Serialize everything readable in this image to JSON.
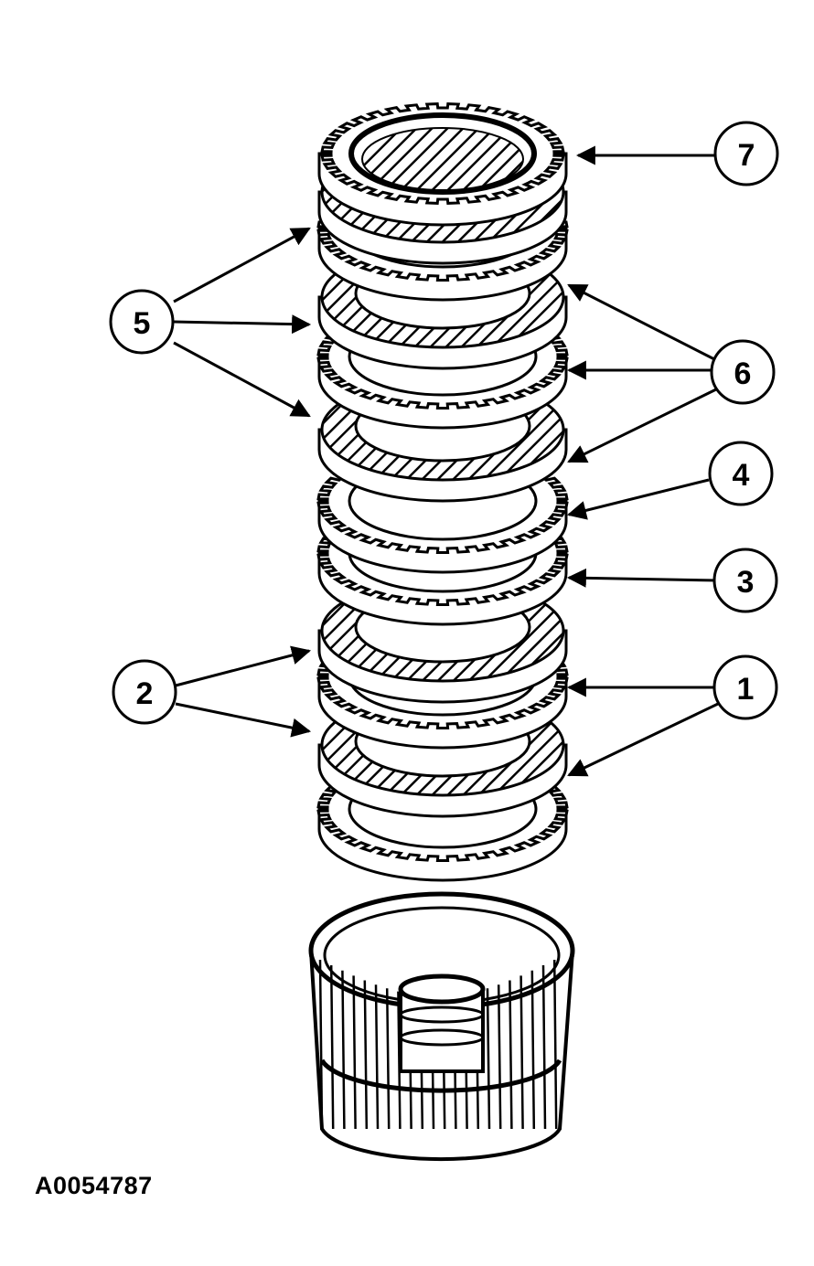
{
  "figure_id": "A0054787",
  "callouts": [
    {
      "label": "7"
    },
    {
      "label": "5"
    },
    {
      "label": "6"
    },
    {
      "label": "4"
    },
    {
      "label": "3"
    },
    {
      "label": "2"
    },
    {
      "label": "1"
    }
  ],
  "colors": {
    "ink": "#000000",
    "paper": "#ffffff"
  }
}
